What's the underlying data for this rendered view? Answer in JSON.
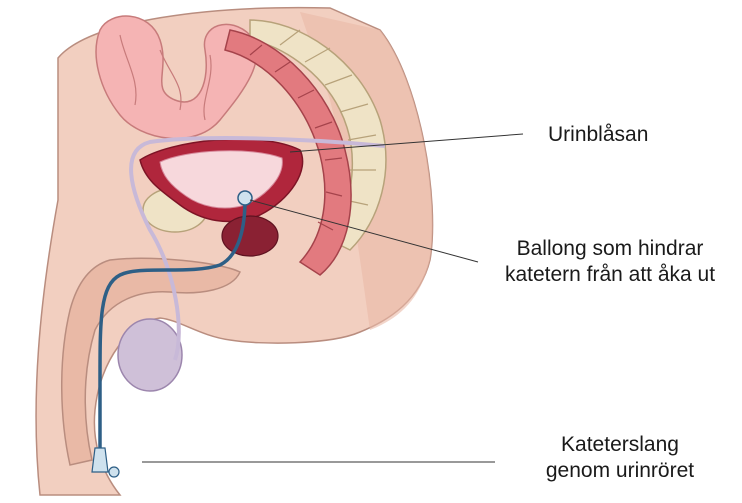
{
  "labels": {
    "bladder": "Urinblåsan",
    "balloon": [
      "Ballong som hindrar",
      "katetern från att åka ut"
    ],
    "tube": [
      "Kateterslang",
      "genom urinröret"
    ]
  },
  "colors": {
    "skin": "#f2cfc0",
    "skin_shade": "#e9b9a6",
    "bone": "#efe3c6",
    "intestine": "#f5b4b4",
    "bladder_wall": "#b0263c",
    "bladder_inner": "#f7d8dc",
    "rectum": "#e27a7f",
    "catheter": "#2e5f86",
    "leader_line": "#333333"
  }
}
